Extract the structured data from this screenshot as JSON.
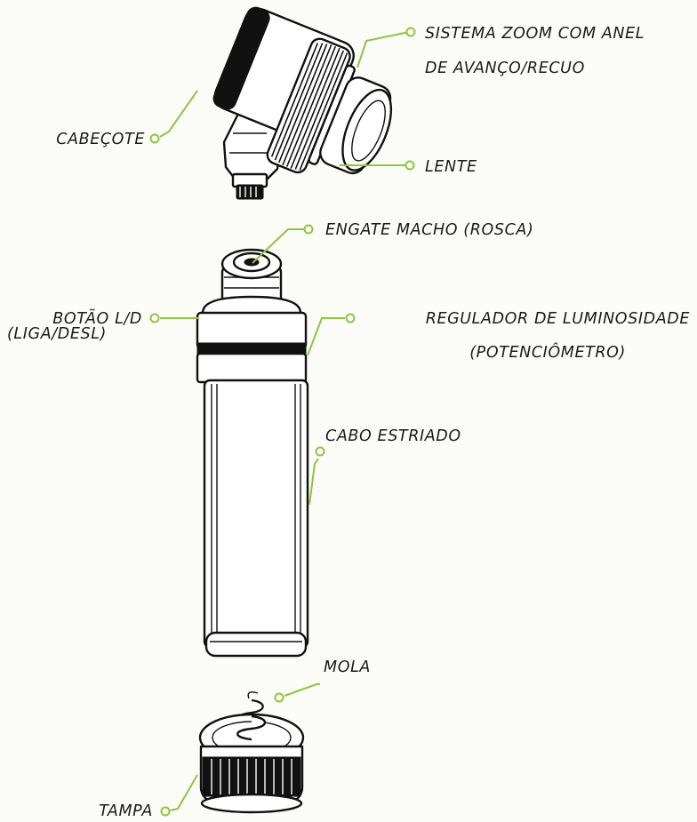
{
  "labels": {
    "zoom_line1": "SISTEMA ZOOM COM ANEL",
    "zoom_line2": "DE AVANÇO/RECUO",
    "cabecote": "CABEÇOTE",
    "lente": "LENTE",
    "engate": "ENGATE MACHO (ROSCA)",
    "botao_line1": "BOTÃO L/D",
    "botao_line2": "(LIGA/DESL)",
    "regulador_line1": "REGULADOR DE LUMINOSIDADE",
    "regulador_line2": "(POTENCIÔMETRO)",
    "cabo": "CABO ESTRIADO",
    "mola": "MOLA",
    "tampa": "TAMPA"
  },
  "colors": {
    "leader": "#8dc63f",
    "outline": "#111111",
    "background": "#fbfbf7"
  }
}
